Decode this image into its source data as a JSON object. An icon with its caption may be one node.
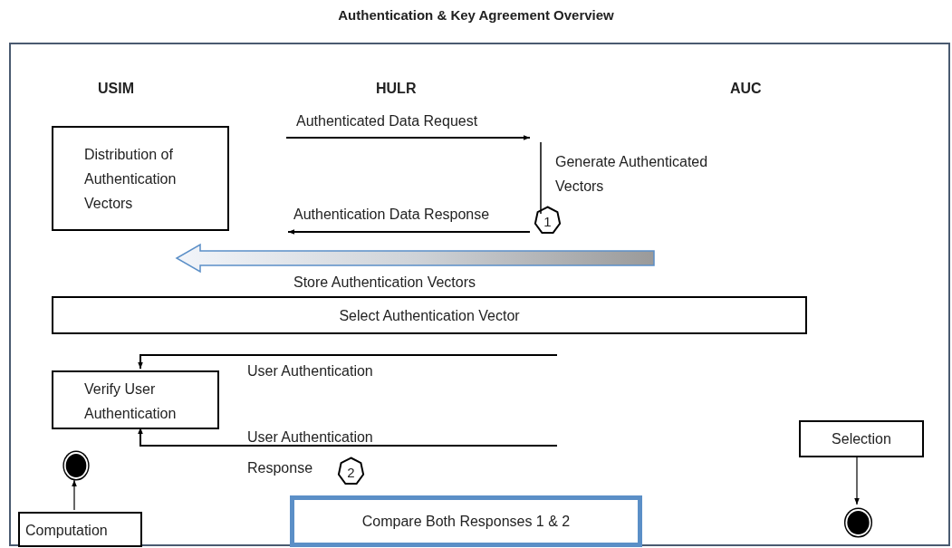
{
  "diagram": {
    "title": "Authentication & Key Agreement Overview",
    "nodes": [
      {
        "text": [],
        "shape": "box"
      },
      {
        "text": [
          "Distribution of Authentication Vectors"
        ],
        "in": 0
      },
      {
        "text": [
          "Select Authentication Vector"
        ],
        "in": 0
      },
      {
        "text": [
          "Verify User Authentication"
        ],
        "in": 0
      },
      {
        "text": [
          "Computation"
        ],
        "in": 0
      },
      {
        "text": [
          "Selection"
        ],
        "in": 0
      },
      {
        "text": [
          "Compare Both Responses 1 & 2"
        ],
        "in": 0
      },
      {
        "text": [],
        "shape": "circle",
        "in": 0
      },
      {
        "text": [],
        "shape": "circle",
        "in": 0
      },
      {
        "text": [
          "1"
        ],
        "in": 0
      },
      {
        "text": [
          "2"
        ],
        "in": 0
      }
    ],
    "edges": [
      {
        "from": null,
        "to": 3,
        "arrow": "to",
        "label": "User Authentication"
      },
      {
        "from": null,
        "to": 3,
        "arrow": "to",
        "label": "User Authentication Response"
      },
      {
        "from": 4,
        "to": 7,
        "arrow": "to"
      },
      {
        "from": 5,
        "to": 8,
        "arrow": "to"
      }
    ],
    "labels": [
      "USIM",
      "HULR",
      "AUC",
      "Authenticated Data Request",
      "Generate Authenticated Vectors",
      "Authentication Data Response",
      "Store Authentication Vectors"
    ]
  }
}
